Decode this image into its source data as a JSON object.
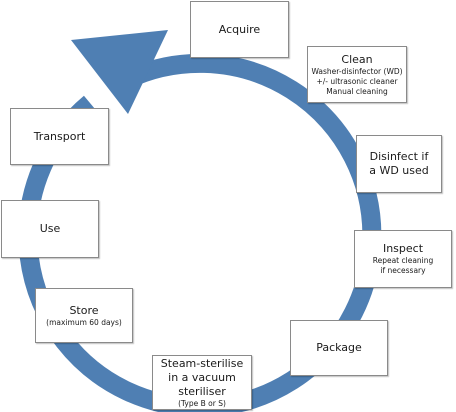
{
  "diagram": {
    "arrow_color": "#4f7fb3",
    "steps": [
      {
        "id": "acquire",
        "title": "Acquire",
        "sub": []
      },
      {
        "id": "clean",
        "title": "Clean",
        "sub": [
          "Washer-disinfector (WD)",
          "+/- ultrasonic cleaner",
          "Manual cleaning"
        ]
      },
      {
        "id": "disinfect",
        "title": "Disinfect if a WD used",
        "sub": []
      },
      {
        "id": "inspect",
        "title": "Inspect",
        "sub": [
          "Repeat cleaning",
          "if necessary"
        ]
      },
      {
        "id": "package",
        "title": "Package",
        "sub": []
      },
      {
        "id": "steam",
        "title": "Steam-sterilise in a vacuum steriliser",
        "sub": [
          "(Type B or S)"
        ]
      },
      {
        "id": "store",
        "title": "Store",
        "sub": [
          "(maximum 60 days)"
        ]
      },
      {
        "id": "use",
        "title": "Use",
        "sub": []
      },
      {
        "id": "transport",
        "title": "Transport",
        "sub": []
      }
    ]
  }
}
